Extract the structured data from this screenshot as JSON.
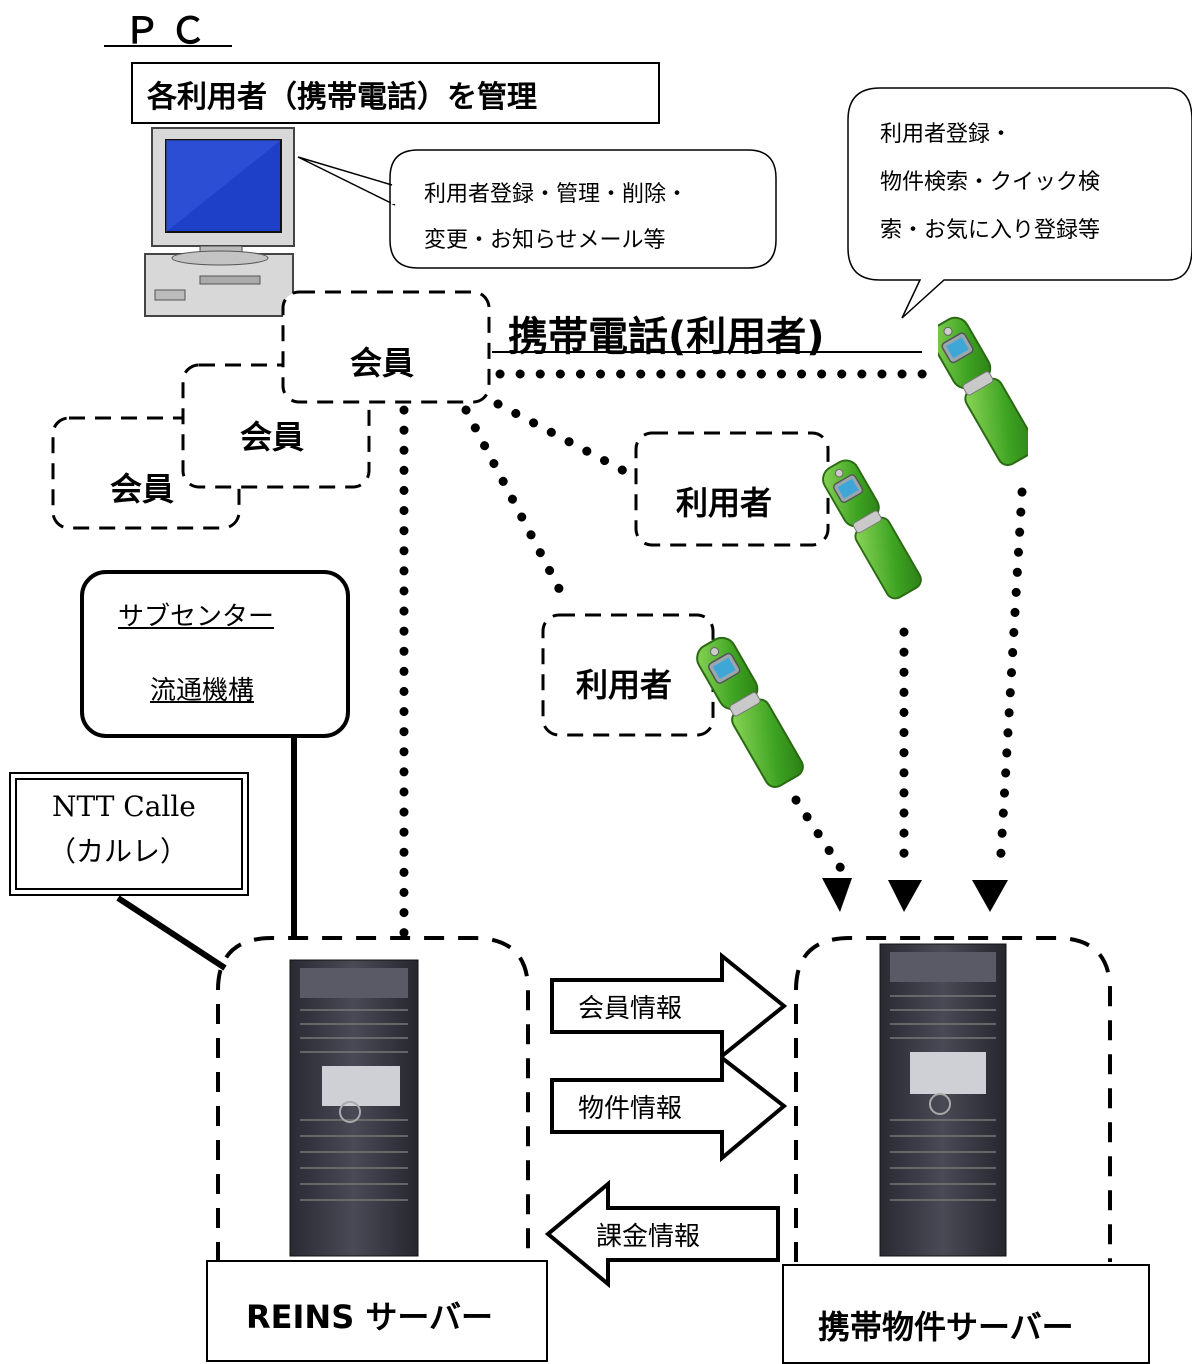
{
  "pc": {
    "title": "ＰＣ",
    "subtitle": "各利用者（携帯電話）を管理",
    "bubble_line1": "利用者登録・管理・削除・",
    "bubble_line2": "変更・お知らせメール等"
  },
  "phone_bubble": {
    "line1": "利用者登録・",
    "line2": "物件検索・クイック検",
    "line3": "索・お気に入り登録等"
  },
  "mobile_label": "携帯電話(利用者)",
  "member_label": "会員",
  "user_label": "利用者",
  "subcenter": {
    "line1": "サブセンター",
    "line2": "流通機構"
  },
  "ntt": {
    "line1": "NTT Calle",
    "line2": "（カルレ）"
  },
  "arrows": {
    "member_info": "会員情報",
    "property_info": "物件情報",
    "billing_info": "課金情報"
  },
  "servers": {
    "reins": "REINS サーバー",
    "mobile": "携帯物件サーバー"
  },
  "colors": {
    "phone_green": "#4caf2a",
    "monitor_blue": "#1e40c8"
  }
}
